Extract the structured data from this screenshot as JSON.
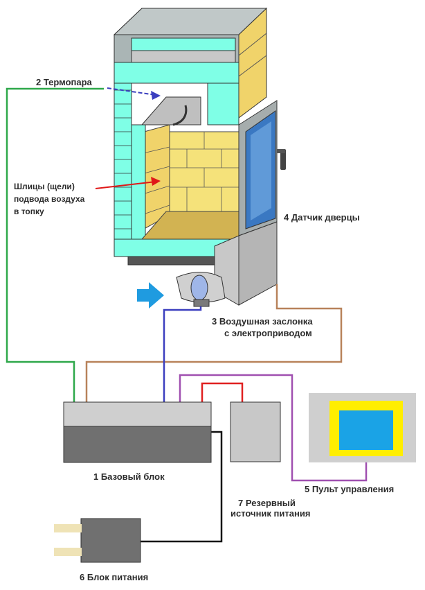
{
  "labels": {
    "thermocouple": "2 Термопара",
    "slots_line1": "Шлицы (щели)",
    "slots_line2": "подвода воздуха",
    "slots_line3": "в топку",
    "door_sensor": "4 Датчик дверцы",
    "damper_line1": "3 Воздушная заслонка",
    "damper_line2": "с электроприводом",
    "base_unit": "1 Базовый блок",
    "backup_line1": "7 Резервный",
    "backup_line2": "источник питания",
    "control_panel": "5 Пульт управления",
    "power_supply": "6 Блок питания"
  },
  "colors": {
    "thermocouple_wire": "#2ea84a",
    "damper_wire": "#3b3fbf",
    "door_wire": "#b8825a",
    "panel_wire": "#a050b0",
    "backup_wire": "#e02020",
    "power_wire": "#111111",
    "arrow_red": "#e01818",
    "arrow_blue": "#1f9be0",
    "brick_cyan": "#7fffe6",
    "brick_yellow": "#f5e27a",
    "unit_light": "#cfcfcf",
    "unit_dark": "#707070",
    "panel_yellow": "#ffee00",
    "panel_screen": "#1aa3e6"
  },
  "icons": [
    "air-flow-arrow-icon",
    "plug-icon"
  ]
}
